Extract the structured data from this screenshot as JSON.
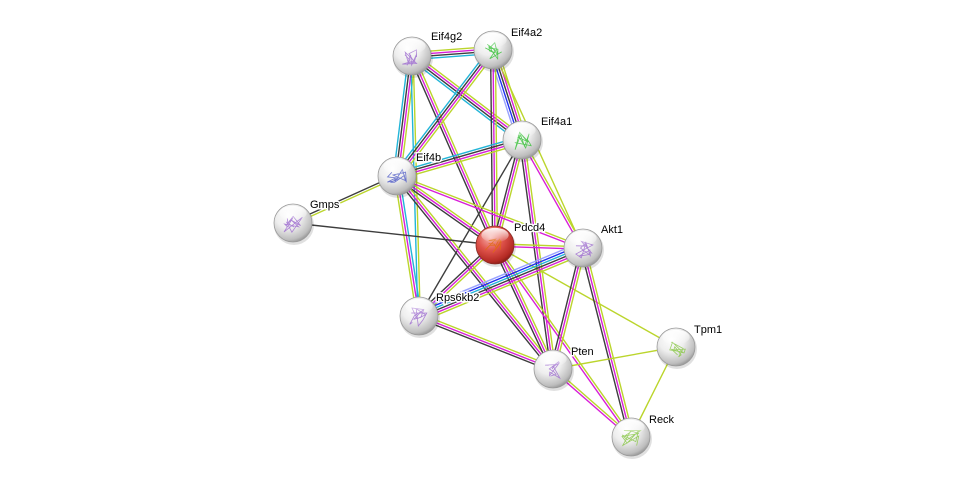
{
  "title": "Protein interaction network",
  "colors": {
    "edge_black": "#3d3d3d",
    "edge_magenta": "#d81fd8",
    "edge_yellow": "#bbd52c",
    "edge_cyan": "#22b5d8",
    "edge_blue": "#2030f0",
    "edge_lightblue": "#9aa3ff",
    "node_default": "#e8e8e8",
    "node_query": "#d9403a"
  },
  "nodes": [
    {
      "id": "Eif4g2",
      "label": "Eif4g2",
      "query": false,
      "structure_color": "#a070d0"
    },
    {
      "id": "Eif4a2",
      "label": "Eif4a2",
      "query": false,
      "structure_color": "#3cc23c"
    },
    {
      "id": "Eif4a1",
      "label": "Eif4a1",
      "query": false,
      "structure_color": "#3cc23c"
    },
    {
      "id": "Eif4b",
      "label": "Eif4b",
      "query": false,
      "structure_color": "#5560c8"
    },
    {
      "id": "Gmps",
      "label": "Gmps",
      "query": false,
      "structure_color": "#a070d0"
    },
    {
      "id": "Pdcd4",
      "label": "Pdcd4",
      "query": true,
      "structure_color": "#e06a10"
    },
    {
      "id": "Akt1",
      "label": "Akt1",
      "query": false,
      "structure_color": "#a070d0"
    },
    {
      "id": "Rps6kb2",
      "label": "Rps6kb2",
      "query": false,
      "structure_color": "#a070d0"
    },
    {
      "id": "Pten",
      "label": "Pten",
      "query": false,
      "structure_color": "#a070d0"
    },
    {
      "id": "Tpm1",
      "label": "Tpm1",
      "query": false,
      "structure_color": "#8bc84a"
    },
    {
      "id": "Reck",
      "label": "Reck",
      "query": false,
      "structure_color": "#8bc84a"
    }
  ],
  "edges": [
    {
      "source": "Eif4g2",
      "target": "Eif4a2",
      "types": [
        "yellow",
        "magenta",
        "black",
        "cyan"
      ]
    },
    {
      "source": "Eif4g2",
      "target": "Eif4a1",
      "types": [
        "yellow",
        "magenta",
        "black",
        "cyan"
      ]
    },
    {
      "source": "Eif4g2",
      "target": "Eif4b",
      "types": [
        "yellow",
        "magenta",
        "black",
        "cyan"
      ]
    },
    {
      "source": "Eif4g2",
      "target": "Pdcd4",
      "types": [
        "yellow",
        "magenta",
        "black"
      ]
    },
    {
      "source": "Eif4g2",
      "target": "Rps6kb2",
      "types": [
        "yellow",
        "cyan"
      ]
    },
    {
      "source": "Eif4a2",
      "target": "Eif4a1",
      "types": [
        "yellow",
        "magenta",
        "black",
        "blue",
        "lightblue"
      ]
    },
    {
      "source": "Eif4a2",
      "target": "Eif4b",
      "types": [
        "yellow",
        "magenta",
        "black",
        "cyan"
      ]
    },
    {
      "source": "Eif4a2",
      "target": "Pdcd4",
      "types": [
        "yellow",
        "magenta",
        "black"
      ]
    },
    {
      "source": "Eif4a2",
      "target": "Akt1",
      "types": [
        "yellow"
      ]
    },
    {
      "source": "Eif4a1",
      "target": "Eif4b",
      "types": [
        "yellow",
        "magenta",
        "black",
        "cyan"
      ]
    },
    {
      "source": "Eif4a1",
      "target": "Pdcd4",
      "types": [
        "yellow",
        "magenta",
        "black"
      ]
    },
    {
      "source": "Eif4a1",
      "target": "Akt1",
      "types": [
        "yellow",
        "magenta"
      ]
    },
    {
      "source": "Eif4a1",
      "target": "Rps6kb2",
      "types": [
        "black"
      ]
    },
    {
      "source": "Eif4a1",
      "target": "Pten",
      "types": [
        "yellow",
        "magenta",
        "black"
      ]
    },
    {
      "source": "Eif4b",
      "target": "Gmps",
      "types": [
        "yellow",
        "black"
      ]
    },
    {
      "source": "Eif4b",
      "target": "Pdcd4",
      "types": [
        "yellow",
        "magenta",
        "black"
      ]
    },
    {
      "source": "Eif4b",
      "target": "Akt1",
      "types": [
        "yellow",
        "magenta"
      ]
    },
    {
      "source": "Eif4b",
      "target": "Rps6kb2",
      "types": [
        "cyan",
        "magenta",
        "yellow"
      ]
    },
    {
      "source": "Eif4b",
      "target": "Pten",
      "types": [
        "yellow",
        "magenta",
        "black"
      ]
    },
    {
      "source": "Gmps",
      "target": "Pdcd4",
      "types": [
        "black"
      ]
    },
    {
      "source": "Pdcd4",
      "target": "Akt1",
      "types": [
        "yellow",
        "magenta"
      ]
    },
    {
      "source": "Pdcd4",
      "target": "Rps6kb2",
      "types": [
        "yellow",
        "magenta",
        "black"
      ]
    },
    {
      "source": "Pdcd4",
      "target": "Pten",
      "types": [
        "yellow",
        "magenta",
        "black"
      ]
    },
    {
      "source": "Pdcd4",
      "target": "Tpm1",
      "types": [
        "yellow"
      ]
    },
    {
      "source": "Pdcd4",
      "target": "Reck",
      "types": [
        "yellow",
        "magenta"
      ]
    },
    {
      "source": "Akt1",
      "target": "Rps6kb2",
      "types": [
        "yellow",
        "magenta",
        "black",
        "cyan",
        "blue",
        "lightblue"
      ]
    },
    {
      "source": "Akt1",
      "target": "Pten",
      "types": [
        "yellow",
        "magenta",
        "black"
      ]
    },
    {
      "source": "Akt1",
      "target": "Reck",
      "types": [
        "yellow",
        "magenta",
        "black"
      ]
    },
    {
      "source": "Rps6kb2",
      "target": "Pten",
      "types": [
        "yellow",
        "magenta",
        "black"
      ]
    },
    {
      "source": "Pten",
      "target": "Tpm1",
      "types": [
        "yellow"
      ]
    },
    {
      "source": "Pten",
      "target": "Reck",
      "types": [
        "yellow",
        "magenta"
      ]
    },
    {
      "source": "Tpm1",
      "target": "Reck",
      "types": [
        "yellow"
      ]
    }
  ]
}
